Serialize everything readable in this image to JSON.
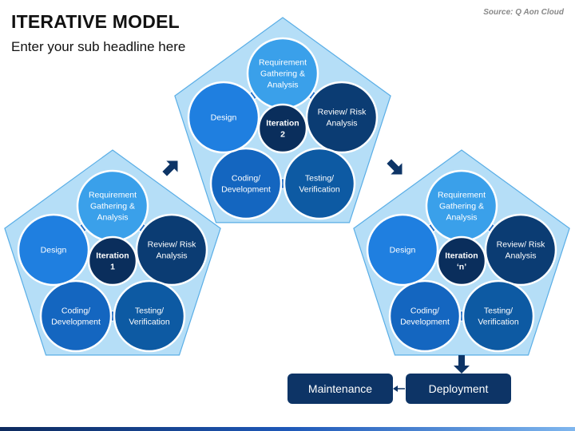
{
  "header": {
    "title": "ITERATIVE MODEL",
    "subtitle": "Enter your sub headline here",
    "source": "Source: Q Aon Cloud"
  },
  "cycle_steps": [
    {
      "id": "requirement",
      "lines": [
        "Requirement",
        "Gathering &",
        "Analysis"
      ]
    },
    {
      "id": "review",
      "lines": [
        "Review/ Risk",
        "Analysis"
      ]
    },
    {
      "id": "testing",
      "lines": [
        "Testing/",
        "Verification"
      ]
    },
    {
      "id": "coding",
      "lines": [
        "Coding/",
        "Development"
      ]
    },
    {
      "id": "design",
      "lines": [
        "Design"
      ]
    }
  ],
  "iterations": [
    {
      "id": "iteration-1",
      "center_lines": [
        "Iteration",
        "1"
      ]
    },
    {
      "id": "iteration-2",
      "center_lines": [
        "Iteration",
        "2"
      ]
    },
    {
      "id": "iteration-n",
      "center_lines": [
        "Iteration",
        "‘n’"
      ]
    }
  ],
  "boxes": {
    "maintenance": "Maintenance",
    "deployment": "Deployment"
  },
  "colors": {
    "pentagon_fill": "#b5def7",
    "pentagon_stroke": "#5aaee6",
    "requirement": "#3aa0ea",
    "design": "#1f7fe0",
    "review": "#0b3c73",
    "testing": "#0d5aa3",
    "coding": "#1466c0",
    "center": "#0a2e5c",
    "box": "#0d3466",
    "arrow": "#0d3466"
  }
}
